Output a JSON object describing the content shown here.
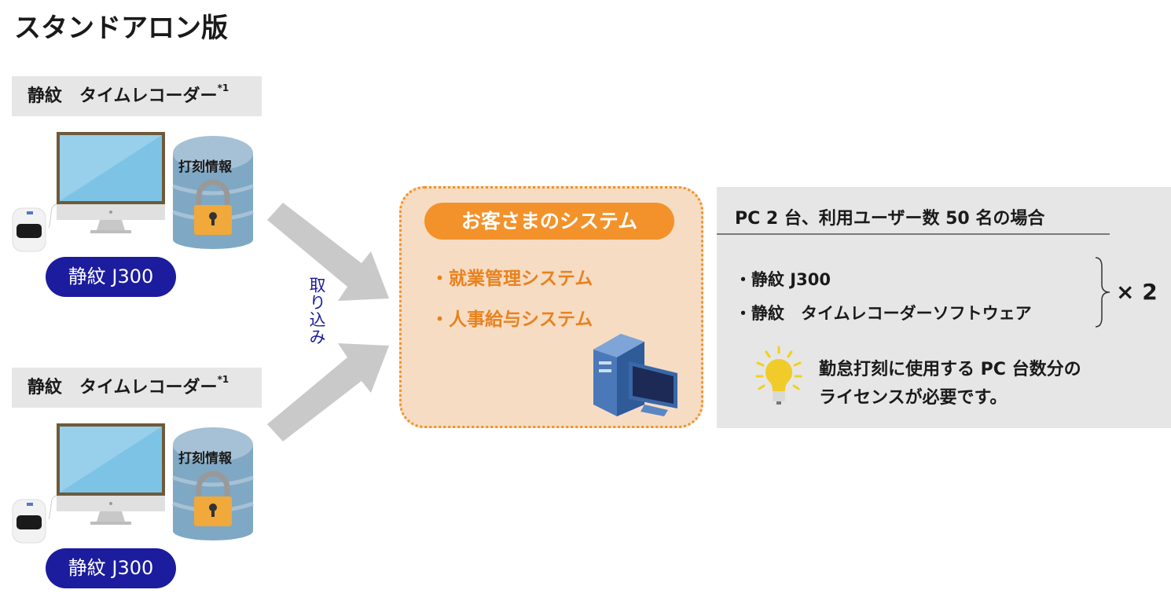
{
  "title": "スタンドアロン版",
  "groups": [
    {
      "label": "静紋　タイムレコーダー",
      "note_mark": "*1",
      "db_label": "打刻情報",
      "device": "静紋 J300"
    },
    {
      "label": "静紋　タイムレコーダー",
      "note_mark": "*1",
      "db_label": "打刻情報",
      "device": "静紋 J300"
    }
  ],
  "arrow_label": "取り込み",
  "customer": {
    "title": "お客さまのシステム",
    "items": [
      "・就業管理システム",
      "・人事給与システム"
    ]
  },
  "panel": {
    "heading": "PC 2 台、利用ユーザー数 50 名の場合",
    "items": [
      "・静紋 J300",
      "・静紋　タイムレコーダーソフトウェア"
    ],
    "multiplier": "× 2",
    "note_lines": [
      "勤怠打刻に使用する PC 台数分の",
      "ライセンスが必要です。"
    ]
  },
  "colors": {
    "navy": "#1c1c9e",
    "orange": "#f3922a",
    "gray": "#e6e6e6"
  }
}
